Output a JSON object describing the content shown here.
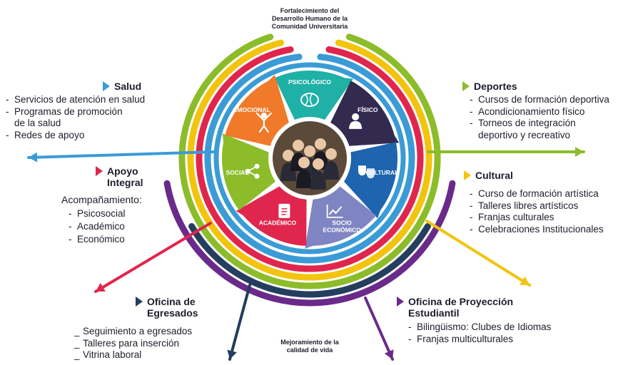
{
  "top_label": "Fortalecimiento del\nDesarrollo Humano de la\nComunidad Universitaria",
  "bottom_label": "Mejoramiento de la\ncalidad de vida",
  "segments": [
    {
      "label": "PSICOLÓGICO",
      "icon": "brain-icon",
      "color": "#1fb0a6"
    },
    {
      "label": "FÍSICO",
      "icon": "person-icon",
      "color": "#332b4f"
    },
    {
      "label": "CULTURAL",
      "icon": "theater-masks-icon",
      "color": "#1e64ae"
    },
    {
      "label": "SOCIO\nECONÓMICO",
      "icon": "growth-chart-icon",
      "color": "#7f84c2"
    },
    {
      "label": "ACADÉMICO",
      "icon": "book-icon",
      "color": "#e0264d"
    },
    {
      "label": "SOCIAL",
      "icon": "share-icon",
      "color": "#8cbc2a"
    },
    {
      "label": "EMOCIONAL",
      "icon": "happy-figure-icon",
      "color": "#f07a2a"
    }
  ],
  "photo": {
    "icon": "group-photo-icon"
  },
  "blocks": {
    "salud": {
      "title": "Salud",
      "color": "#3a9bd6",
      "items": [
        "Servicios de atención en salud",
        "Programas de promoción\nde la salud",
        "Redes de apoyo"
      ]
    },
    "apoyo": {
      "title": "Apoyo\nIntegral",
      "color": "#e0264d",
      "subtitle": "Acompañamiento:",
      "items": [
        "Psicosocial",
        "Académico",
        "Económico"
      ]
    },
    "egresados": {
      "title": "Oficina de\nEgresados",
      "color": "#243e5e",
      "items": [
        "Seguimiento a egresados",
        "Talleres para inserción",
        "Vitrina laboral"
      ]
    },
    "deportes": {
      "title": "Deportes",
      "color": "#8cbc2a",
      "items": [
        "Cursos de formación deportiva",
        "Acondicionamiento físico",
        "Torneos de integración\ndeportivo y recreativo"
      ]
    },
    "cultural": {
      "title": "Cultural",
      "color": "#f2c40e",
      "items": [
        "Curso de formación artística",
        "Talleres libres artísticos",
        "Franjas culturales",
        "Celebraciones Institucionales"
      ]
    },
    "proyeccion": {
      "title": "Oficina de Proyección\nEstudiantil",
      "color": "#6a2a8a",
      "items": [
        "Bilingüismo: Clubes de Idiomas",
        "Franjas multiculturales"
      ]
    }
  }
}
